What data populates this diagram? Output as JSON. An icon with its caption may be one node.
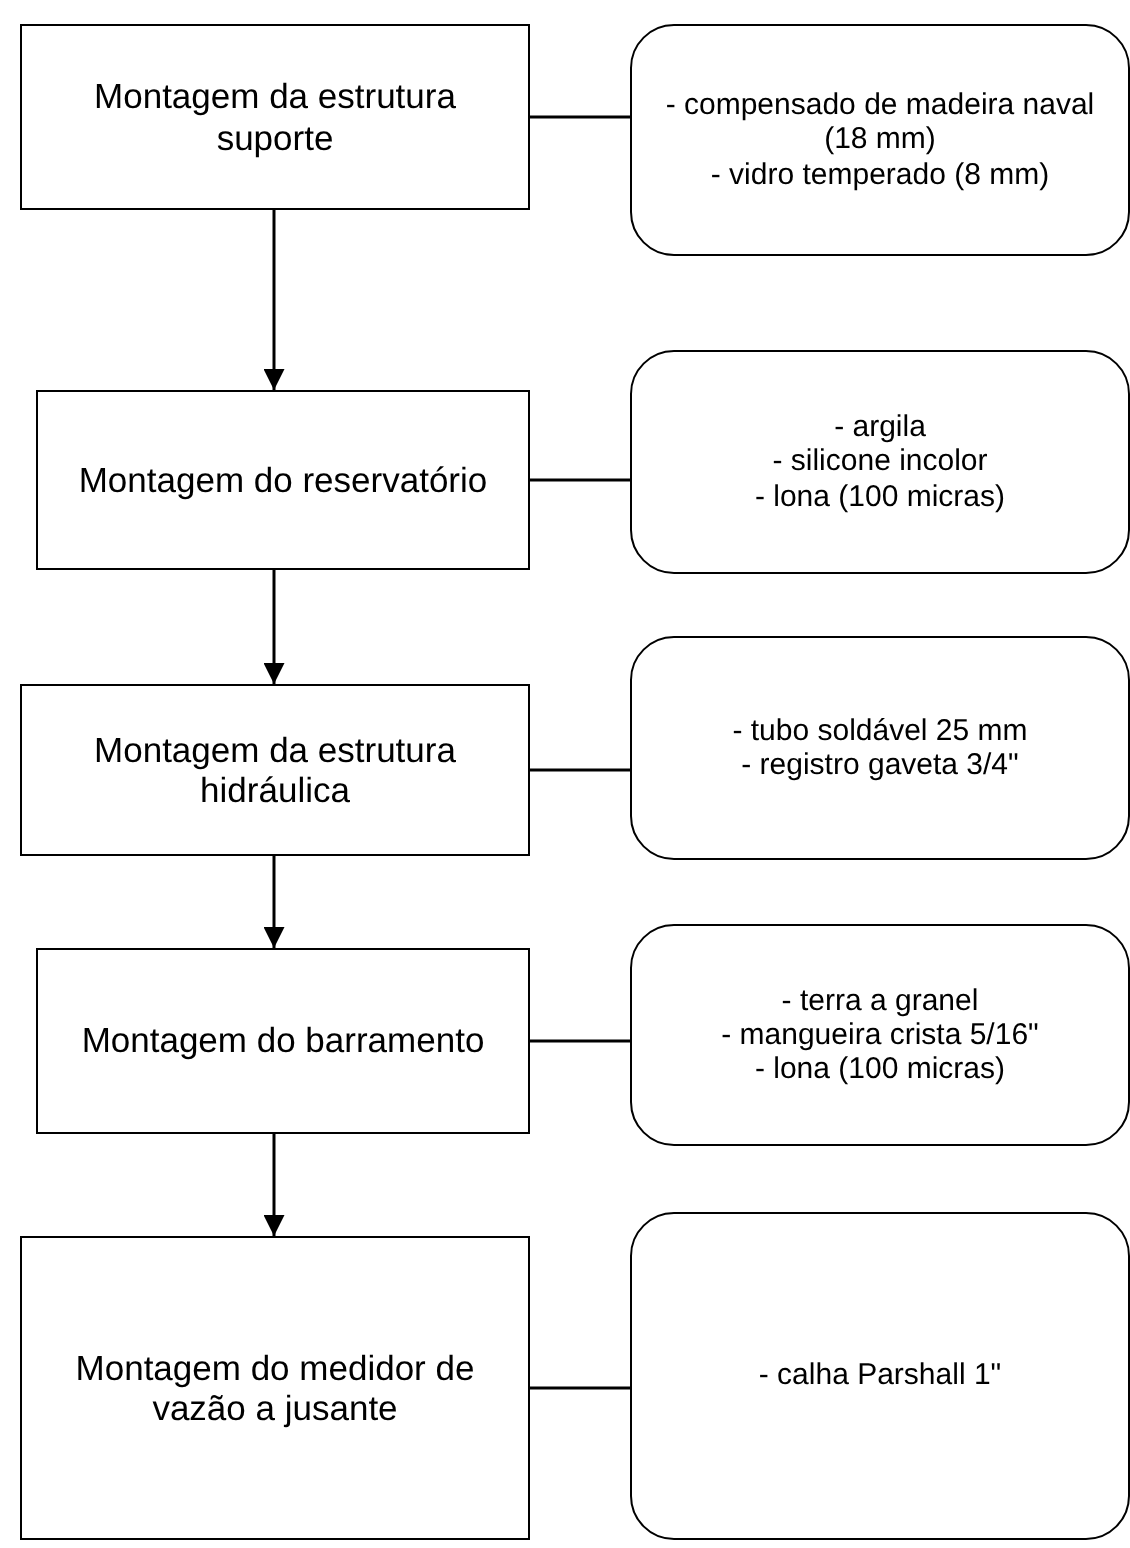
{
  "diagram": {
    "nodes": [
      {
        "text": [
          "Montagem da estrutura suporte"
        ]
      },
      {
        "text": [
          "- compensado de madeira naval (18 mm)",
          "- vidro temperado (8 mm)"
        ]
      },
      {
        "text": [
          "Montagem do reservatório"
        ]
      },
      {
        "text": [
          "- argila",
          "- silicone incolor",
          "- lona (100 micras)"
        ]
      },
      {
        "text": [
          "Montagem da estrutura hidráulica"
        ]
      },
      {
        "text": [
          "- tubo soldável 25 mm",
          "- registro gaveta 3/4\""
        ]
      },
      {
        "text": [
          "Montagem do barramento"
        ]
      },
      {
        "text": [
          "- terra a granel",
          "- mangueira crista 5/16\"",
          "- lona (100 micras)"
        ]
      },
      {
        "text": [
          "Montagem do medidor de vazão a jusante"
        ]
      },
      {
        "text": [
          "- calha Parshall 1\""
        ]
      }
    ],
    "edges": [
      {
        "from": 0,
        "to": 1,
        "arrow": "none"
      },
      {
        "from": 0,
        "to": 2,
        "arrow": "to"
      },
      {
        "from": 2,
        "to": 3,
        "arrow": "none"
      },
      {
        "from": 2,
        "to": 4,
        "arrow": "to"
      },
      {
        "from": 4,
        "to": 5,
        "arrow": "none"
      },
      {
        "from": 4,
        "to": 6,
        "arrow": "to"
      },
      {
        "from": 6,
        "to": 7,
        "arrow": "none"
      },
      {
        "from": 6,
        "to": 8,
        "arrow": "to"
      },
      {
        "from": 8,
        "to": 9,
        "arrow": "none"
      }
    ]
  }
}
